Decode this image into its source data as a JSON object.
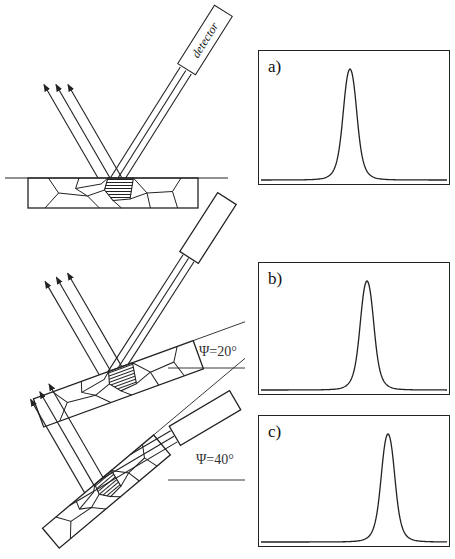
{
  "diagram": {
    "nodes": [
      {
        "text": [
          "detector"
        ]
      },
      {
        "text": [
          "a)"
        ]
      },
      {
        "text": [
          "b)"
        ]
      },
      {
        "text": [
          "c)"
        ]
      }
    ],
    "labels": [
      "Ψ=20°",
      "Ψ=40°"
    ]
  }
}
